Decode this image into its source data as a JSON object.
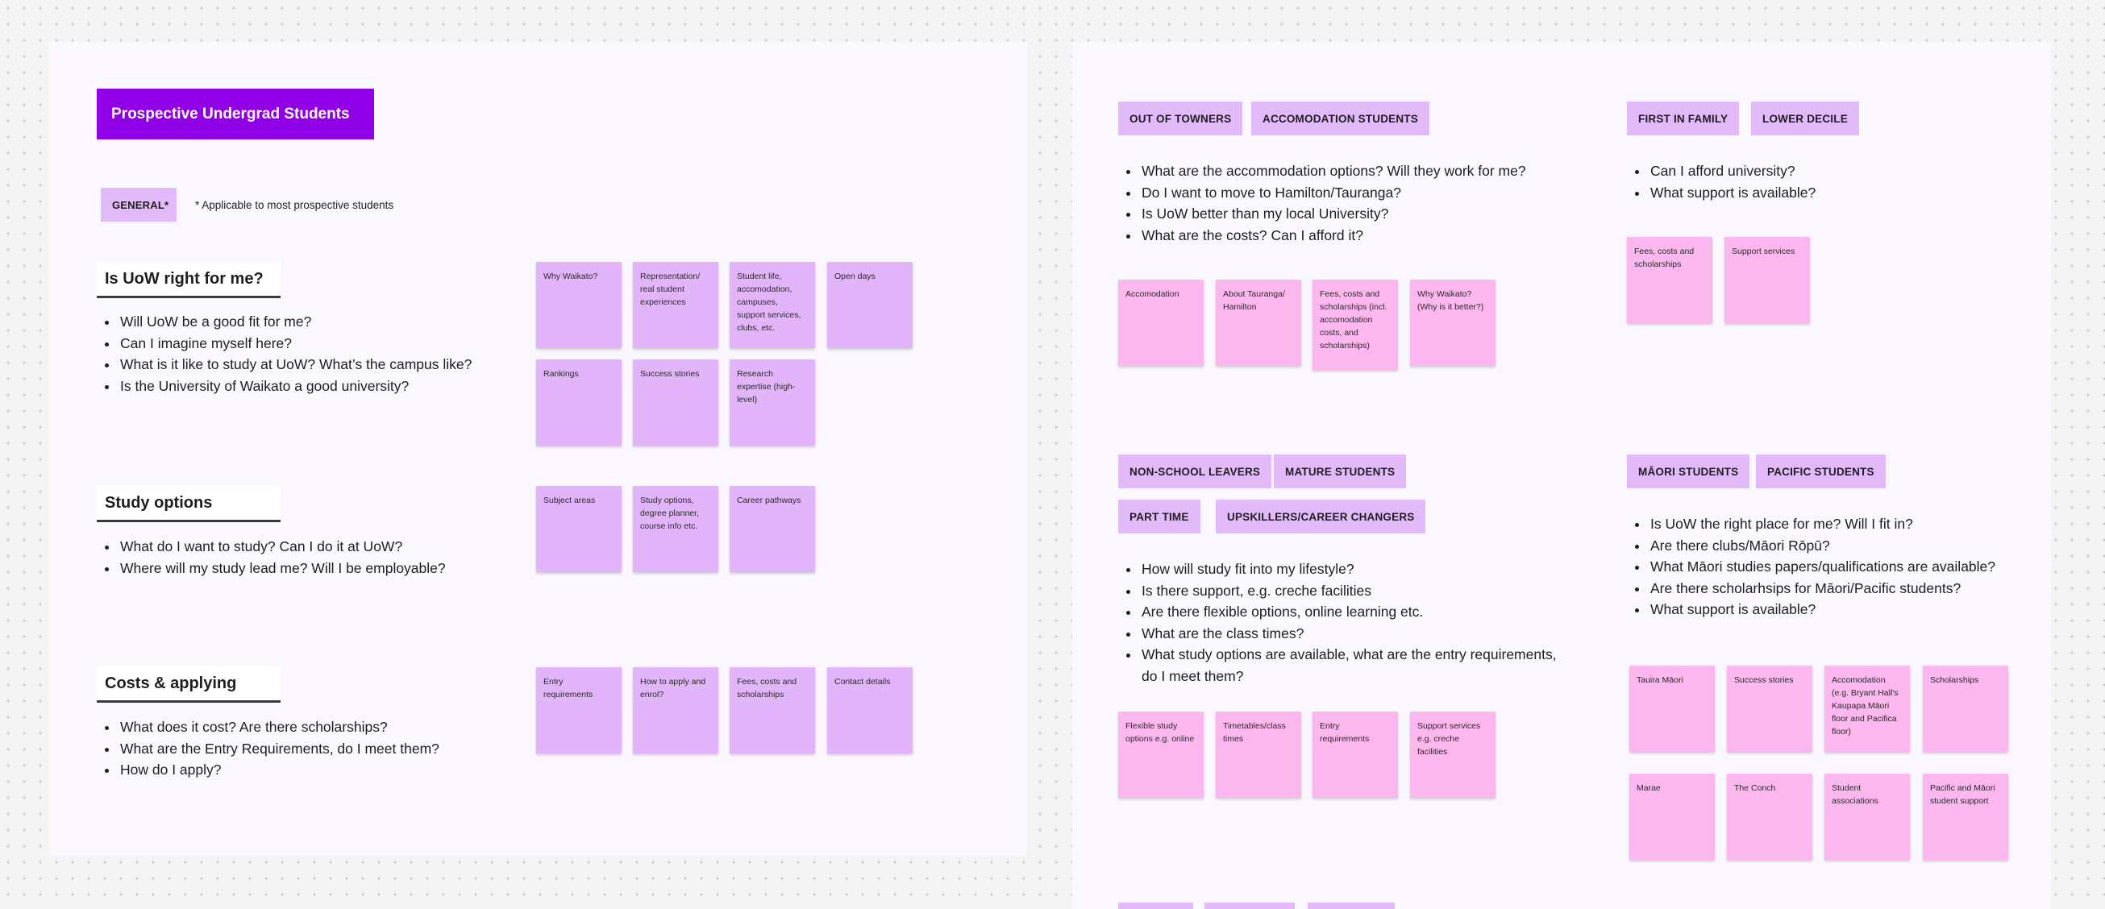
{
  "left_frame": {
    "title": "Prospective Undergrad Students",
    "general_tag": "GENERAL*",
    "general_note": "* Applicable to most prospective students",
    "sections": [
      {
        "title": "Is UoW right for me?",
        "questions": [
          "Will UoW be a good fit for me?",
          "Can I imagine myself here?",
          "What is it like to study at UoW? What’s the campus like?",
          "Is the University of Waikato a good university?"
        ],
        "stickies": [
          "Why Waikato?",
          "Representation/ real student experiences",
          "Student life, accomodation, campuses, support services, clubs, etc.",
          "Open days",
          "Rankings",
          "Success stories",
          "Research expertise (high-level)"
        ]
      },
      {
        "title": "Study options",
        "questions": [
          "What do I want to study? Can I do it at UoW?",
          "Where will my study lead me? Will I be employable?"
        ],
        "stickies": [
          "Subject areas",
          "Study options, degree planner, course info etc.",
          "Career pathways"
        ]
      },
      {
        "title": "Costs & applying",
        "questions": [
          "What does it cost? Are there scholarships?",
          "What are the Entry Requirements, do I meet them?",
          "How do I apply?"
        ],
        "stickies": [
          "Entry requirements",
          "How to apply and enrol?",
          "Fees, costs and scholarships",
          "Contact details"
        ]
      }
    ]
  },
  "right_frame": {
    "groups": [
      {
        "tags": [
          "OUT OF TOWNERS",
          "ACCOMODATION STUDENTS"
        ],
        "questions": [
          "What are the accommodation options? Will they work for me?",
          "Do I want to move to Hamilton/Tauranga?",
          "Is UoW better than my local University?",
          "What are the costs? Can I afford it?"
        ],
        "stickies": [
          "Accomodation",
          "About Tauranga/ Hamilton",
          "Fees, costs and scholarships (incl. accomodation costs, and scholarships)",
          "Why Waikato? (Why is it better?)"
        ]
      },
      {
        "tags": [
          "FIRST IN FAMILY",
          "LOWER DECILE"
        ],
        "questions": [
          "Can I afford university?",
          "What support is available?"
        ],
        "stickies": [
          "Fees, costs and scholarships",
          "Support services"
        ]
      },
      {
        "tags": [
          "NON-SCHOOL LEAVERS",
          "MATURE STUDENTS",
          "PART TIME",
          "UPSKILLERS/CAREER CHANGERS"
        ],
        "questions": [
          "How will study fit into my lifestyle?",
          "Is there support, e.g. creche facilities",
          "Are there flexible options, online learning etc.",
          "What are the class times?",
          "What study options are available, what are the entry requirements, do I meet them?"
        ],
        "stickies": [
          "Flexible study options e.g. online",
          "Timetables/class times",
          "Entry requirements",
          "Support services e.g. creche facilities"
        ]
      },
      {
        "tags": [
          "MĀORI STUDENTS",
          "PACIFIC STUDENTS"
        ],
        "questions": [
          "Is UoW the right place for me? Will I fit in?",
          "Are there clubs/Māori Rōpū?",
          "What Māori studies papers/qualifications are available?",
          "Are there scholarhsips for Māori/Pacific students?",
          "What support is available?"
        ],
        "stickies": [
          "Tauira Māori",
          "Success stories",
          "Accomodation (e.g. Bryant Hall's Kaupapa Māori floor and Pacifica floor)",
          "Scholarships",
          "Marae",
          "The Conch",
          "Student associations",
          "Pacific and Māori student support"
        ]
      }
    ]
  },
  "colors": {
    "accent": "#8f00e6",
    "tag_purple": "#e2baf9",
    "sticky_purple": "#e2b4fa",
    "sticky_pink": "#fbb7ee",
    "frame_bg": "#faf8fe"
  }
}
